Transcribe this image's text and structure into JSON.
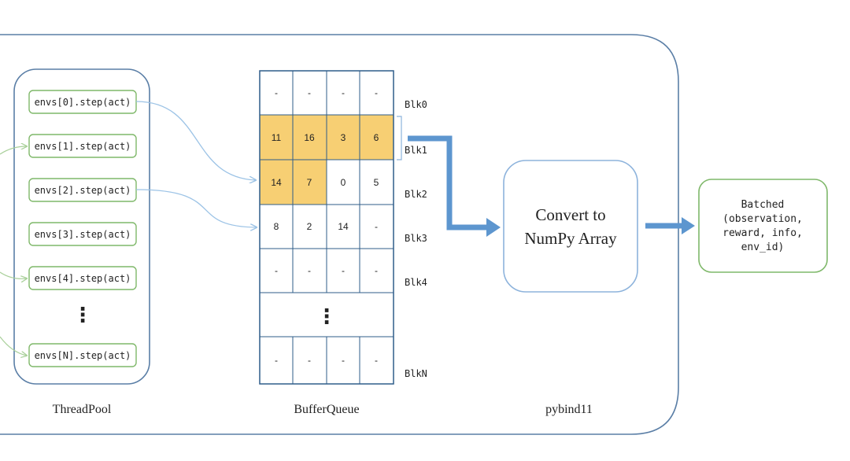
{
  "colors": {
    "outer_border": "#5a7ea6",
    "threadpool_border": "#5a7ea6",
    "env_border": "#7fb86a",
    "grid_border": "#2f5d8a",
    "highlight_fill": "#f7cf73",
    "connector": "#9cc3e6",
    "thick_arrow": "#5d96cf",
    "convert_border": "#8db3dc",
    "batched_border": "#7fb86a",
    "text": "#222222"
  },
  "threadpool": {
    "label": "ThreadPool",
    "envs": [
      "envs[0].step(act)",
      "envs[1].step(act)",
      "envs[2].step(act)",
      "envs[3].step(act)",
      "envs[4].step(act)",
      "envs[N].step(act)"
    ],
    "ellipsis": "⋮"
  },
  "buffer": {
    "label": "BufferQueue",
    "ellipsis": "⋮",
    "rows": [
      {
        "block": "Blk0",
        "cells": [
          "-",
          "-",
          "-",
          "-"
        ],
        "highlight": [
          false,
          false,
          false,
          false
        ]
      },
      {
        "block": "Blk1",
        "cells": [
          "11",
          "16",
          "3",
          "6"
        ],
        "highlight": [
          true,
          true,
          true,
          true
        ]
      },
      {
        "block": "Blk2",
        "cells": [
          "14",
          "7",
          "0",
          "5"
        ],
        "highlight": [
          true,
          true,
          false,
          false
        ]
      },
      {
        "block": "Blk3",
        "cells": [
          "8",
          "2",
          "14",
          "-"
        ],
        "highlight": [
          false,
          false,
          false,
          false
        ]
      },
      {
        "block": "Blk4",
        "cells": [
          "-",
          "-",
          "-",
          "-"
        ],
        "highlight": [
          false,
          false,
          false,
          false
        ]
      },
      {
        "block": "BlkN",
        "cells": [
          "-",
          "-",
          "-",
          "-"
        ],
        "highlight": [
          false,
          false,
          false,
          false
        ]
      }
    ]
  },
  "convert": {
    "line1": "Convert to",
    "line2": "NumPy Array"
  },
  "pybind": {
    "label": "pybind11"
  },
  "batched": {
    "lines": [
      "Batched",
      "(observation,",
      "reward, info,",
      "env_id)"
    ]
  }
}
